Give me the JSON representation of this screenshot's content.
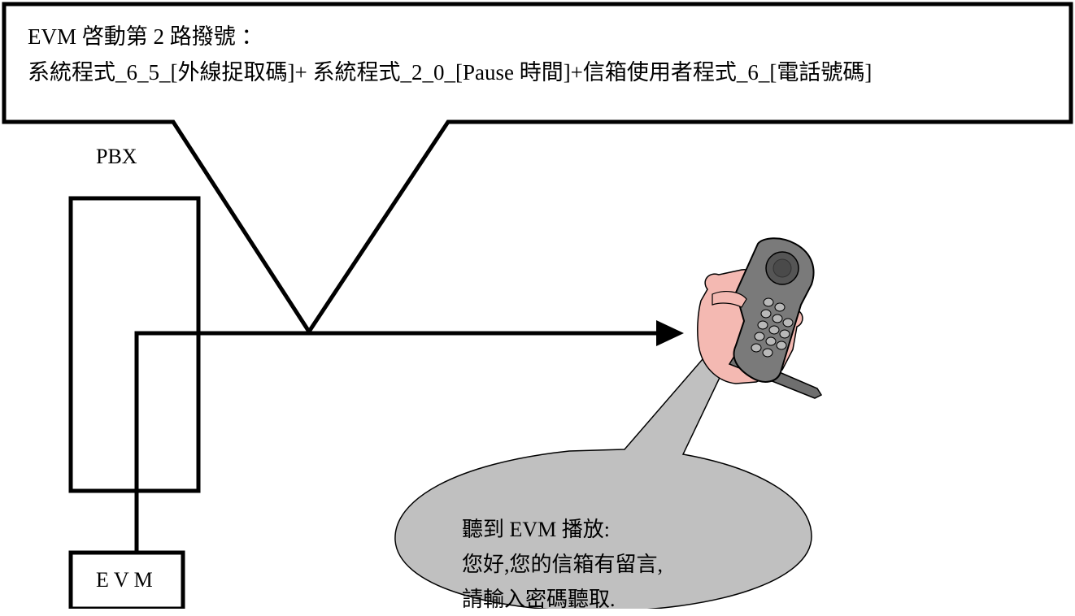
{
  "callout": {
    "line1": "EVM 啓動第 2 路撥號 ：",
    "line2": "系統程式_6_5_[外線捉取碼]+  系統程式_2_0_[Pause 時間]+信箱使用者程式_6_[電話號碼]"
  },
  "pbx": {
    "label": "PBX"
  },
  "evm": {
    "label": "EVM"
  },
  "speech_bubble": {
    "line1": "聽到 EVM 播放:",
    "line2": "您好,您的信箱有留言,",
    "line3": "請輸入密碼聽取."
  },
  "colors": {
    "stroke": "#000000",
    "bubble_fill": "#c0c0c0",
    "hand_fill": "#f4b9b2",
    "phone_body": "#7a7a7a",
    "phone_keys": "#b8b8b8"
  }
}
